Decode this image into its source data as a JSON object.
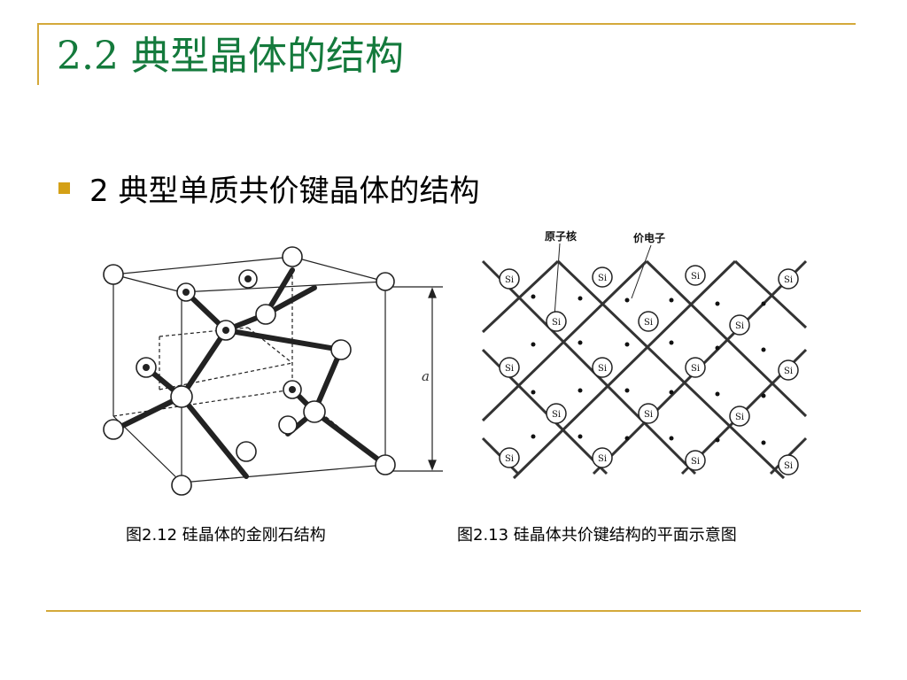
{
  "slide": {
    "title": "2.2 典型晶体的结构",
    "bullet": "2 典型单质共价键晶体的结构"
  },
  "figures": {
    "left": {
      "caption": "图2.12  硅晶体的金刚石结构",
      "axis_label": "a"
    },
    "right": {
      "caption": "图2.13  硅晶体共价键结构的平面示意图",
      "label_core": "原子核",
      "label_valence": "价电子",
      "atom_label": "Si"
    }
  },
  "colors": {
    "accent_line": "#d4a93a",
    "title": "#147a3c",
    "bullet": "#d4a016"
  }
}
